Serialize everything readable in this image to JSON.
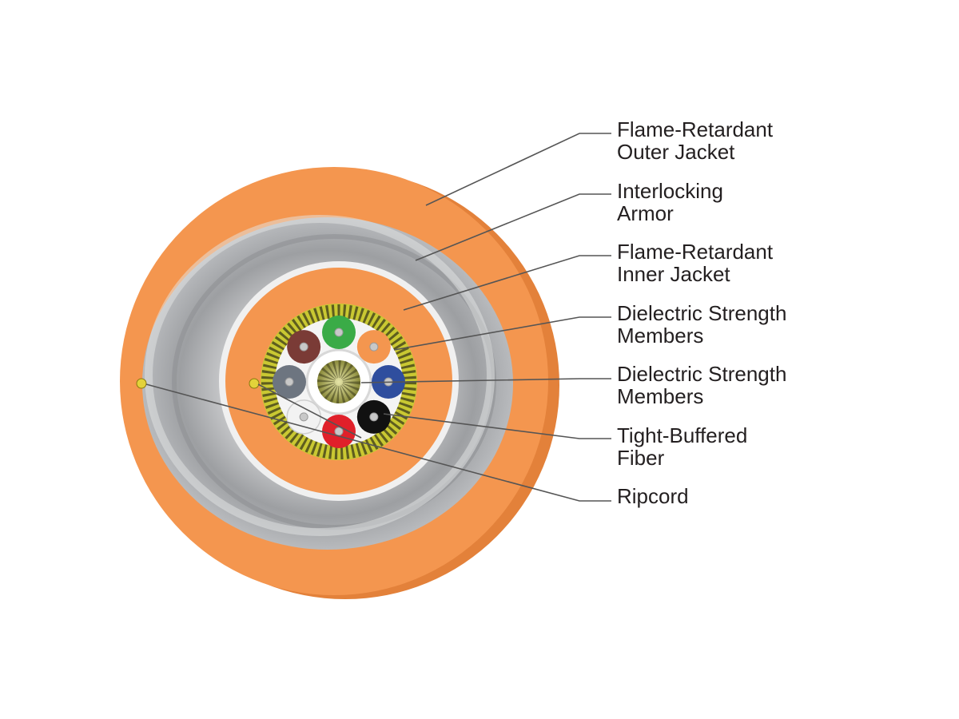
{
  "labels": [
    {
      "id": "outer-jacket",
      "lines": [
        "Flame-Retardant",
        "Outer Jacket"
      ]
    },
    {
      "id": "armor",
      "lines": [
        "Interlocking",
        "Armor"
      ]
    },
    {
      "id": "inner-jacket",
      "lines": [
        "Flame-Retardant",
        "Inner Jacket"
      ]
    },
    {
      "id": "strength-members-1",
      "lines": [
        "Dielectric Strength",
        "Members"
      ]
    },
    {
      "id": "strength-members-2",
      "lines": [
        "Dielectric Strength",
        "Members"
      ]
    },
    {
      "id": "tight-buffered-fiber",
      "lines": [
        "Tight-Buffered",
        "Fiber"
      ]
    },
    {
      "id": "ripcord",
      "lines": [
        "Ripcord"
      ]
    }
  ],
  "colors": {
    "jacket": "#f4964f",
    "jacket_side": "#e07c33",
    "armor": "#a7a9ac",
    "inner_jacket": "#f4964f",
    "aramid_yellow": "#c9c832",
    "aramid_dark": "#3a3a1a",
    "leader": "#555555",
    "fibers": [
      "#3aab47",
      "#f4964f",
      "#2f4e9e",
      "#111111",
      "#e0202a",
      "#f2f2f2",
      "#6d7580",
      "#7a3b36"
    ]
  }
}
